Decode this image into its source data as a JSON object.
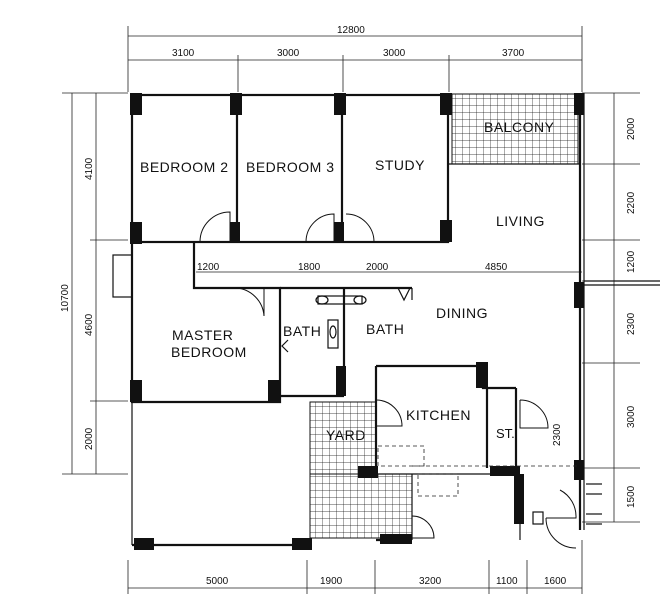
{
  "dimensions": {
    "overall_top": "12800",
    "top": [
      "3100",
      "3000",
      "3000",
      "3700"
    ],
    "inner": [
      "1200",
      "1800",
      "2000",
      "4850"
    ],
    "bottom": [
      "5000",
      "1900",
      "3200",
      "1100",
      "1600"
    ],
    "left_overall": "10700",
    "left": [
      "4100",
      "4600",
      "2000"
    ],
    "right": [
      "2000",
      "2200",
      "1200",
      "2300",
      "3000",
      "1500"
    ],
    "st_height": "2300"
  },
  "rooms": {
    "bedroom2": "BEDROOM 2",
    "bedroom3": "BEDROOM 3",
    "study": "STUDY",
    "balcony": "BALCONY",
    "living": "LIVING",
    "master_line1": "MASTER",
    "master_line2": "BEDROOM",
    "bath1": "BATH",
    "bath2": "BATH",
    "dining": "DINING",
    "kitchen": "KITCHEN",
    "yard": "YARD",
    "store": "ST."
  },
  "colors": {
    "ink": "#111111",
    "background": "#ffffff"
  }
}
